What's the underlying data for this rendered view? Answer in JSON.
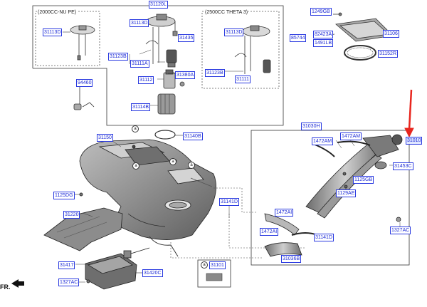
{
  "boxes": {
    "left_caption": "(2000CC-NU PE)",
    "right_caption": "(2500CC THETA 3)",
    "inset_marker": "a"
  },
  "callouts": {
    "a1": "a",
    "a2": "a",
    "a3": "a",
    "a4": "a"
  },
  "fr_label": "FR.",
  "labels": {
    "p31120L": "31120L",
    "p1249GB": "1249GB",
    "p31113D_a": "31113D",
    "p31113D_b": "31113D",
    "p31113D_c": "31113D",
    "p31435": "31435",
    "p82423A": "82423A",
    "p85744": "85744",
    "p31106": "31106",
    "p1491LB": "1491LB",
    "p31123B_a": "31123B",
    "p31111A": "31111A",
    "p31123B_b": "31123B",
    "p31111": "31111",
    "p31152R": "31152R",
    "p31380A": "31380A",
    "p31112": "31112",
    "p94460": "94460",
    "p31114B": "31114B",
    "p31030H": "31030H",
    "p31150": "31150",
    "p31140B": "31140B",
    "p1472AM_a": "1472AM",
    "p1472AM_b": "1472AM",
    "p31010": "31010",
    "p31453C": "31453C",
    "p1125GB": "1125GB",
    "p1129AE": "1129AE",
    "p1125DG": "1125DG",
    "p31141D_a": "31141D",
    "p1472AI": "1472AI",
    "p31220": "31220",
    "p1472AI_b": "1472AI",
    "p31141D_b": "31141D",
    "p1327AC_a": "1327AC",
    "p31036B": "31036B",
    "p31417": "31417",
    "p31420C": "31420C",
    "p31101": "31101",
    "p1327AC_b": "1327AC"
  },
  "colors": {
    "label_text": "#1d2bd6",
    "label_border": "#2a3ae0",
    "arrow": "#e8261e",
    "line": "#333333"
  }
}
